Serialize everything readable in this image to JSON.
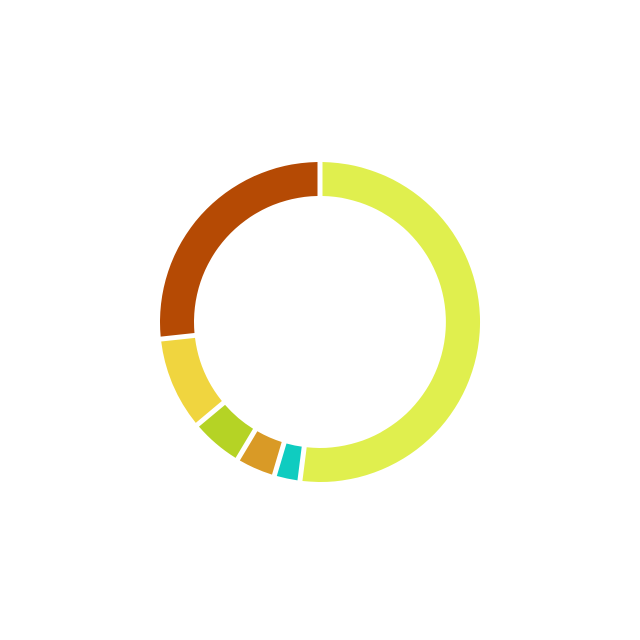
{
  "chart_data": {
    "type": "pie",
    "donut": true,
    "legend": "none",
    "title": "",
    "slices": [
      {
        "value": 52.0,
        "color": "#e0ef4e"
      },
      {
        "value": 2.6,
        "color": "#0fccc0"
      },
      {
        "value": 4.0,
        "color": "#d99a26"
      },
      {
        "value": 5.3,
        "color": "#b5d325"
      },
      {
        "value": 9.4,
        "color": "#f0d53f"
      },
      {
        "value": 26.7,
        "color": "#b54a04"
      }
    ]
  }
}
